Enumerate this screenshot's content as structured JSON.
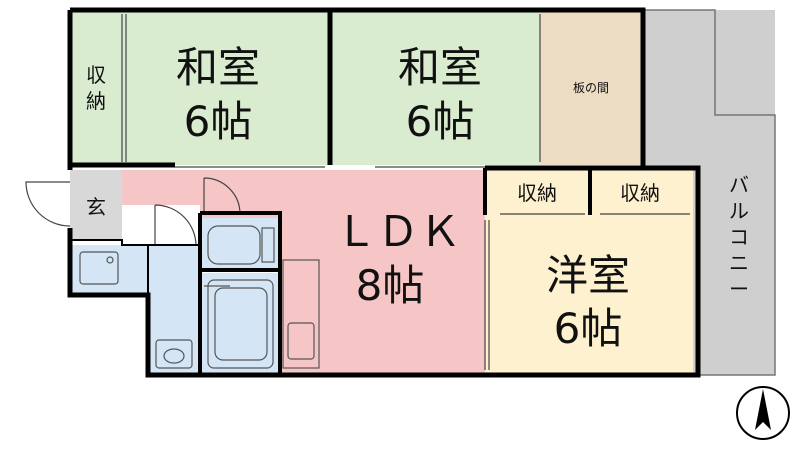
{
  "rooms": {
    "washitsu_left": {
      "name": "和室",
      "size": "6帖"
    },
    "washitsu_center": {
      "name": "和室",
      "size": "6帖"
    },
    "itanoma": {
      "name": "板の間"
    },
    "ldk": {
      "name": "ＬＤＫ",
      "size": "8帖"
    },
    "yoshitsu": {
      "name": "洋室",
      "size": "6帖"
    },
    "genkan": {
      "name": "玄"
    },
    "storage_left": {
      "line1": "収",
      "line2": "納"
    },
    "storage_1": {
      "name": "収納"
    },
    "storage_2": {
      "name": "収納"
    },
    "balcony": {
      "chars": [
        "バ",
        "ル",
        "コ",
        "ニ",
        "ー"
      ]
    }
  },
  "colors": {
    "washitsu": "#d9ecd0",
    "itanoma": "#ecdcc4",
    "ldk": "#f6c6c6",
    "yoshitsu": "#fdf1cf",
    "wet": "#d4e6f6",
    "balcony": "#cfcfcf",
    "entrance": "#d8d8d8",
    "wall": "#000000"
  }
}
